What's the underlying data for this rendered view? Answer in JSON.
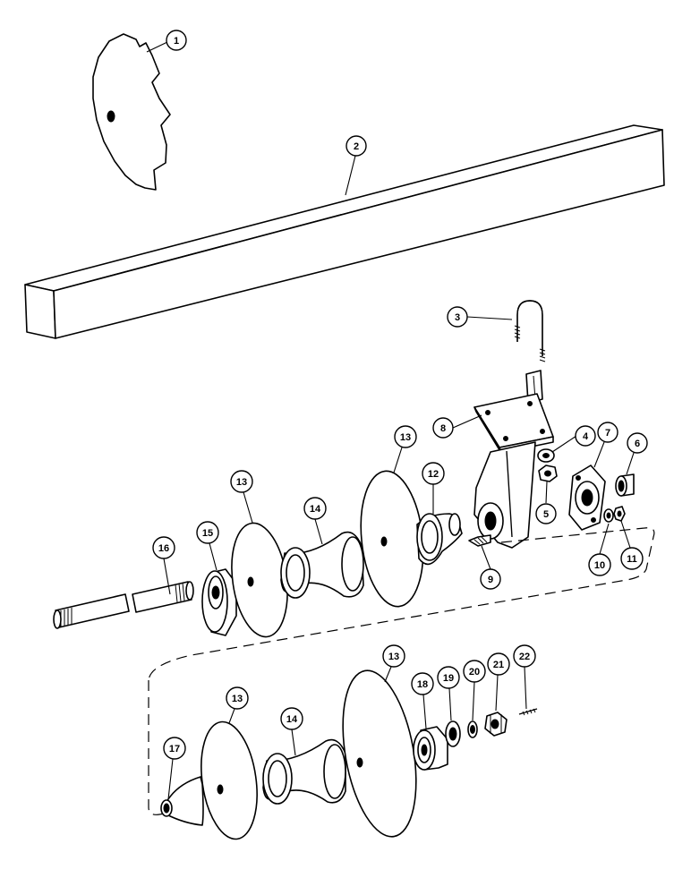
{
  "callouts": [
    {
      "id": "c1",
      "label": "1"
    },
    {
      "id": "c2",
      "label": "2"
    },
    {
      "id": "c3",
      "label": "3"
    },
    {
      "id": "c4",
      "label": "4"
    },
    {
      "id": "c5",
      "label": "5"
    },
    {
      "id": "c6",
      "label": "6"
    },
    {
      "id": "c7",
      "label": "7"
    },
    {
      "id": "c8",
      "label": "8"
    },
    {
      "id": "c9",
      "label": "9"
    },
    {
      "id": "c10",
      "label": "10"
    },
    {
      "id": "c11",
      "label": "11"
    },
    {
      "id": "c12",
      "label": "12"
    },
    {
      "id": "c13a",
      "label": "13"
    },
    {
      "id": "c13b",
      "label": "13"
    },
    {
      "id": "c13c",
      "label": "13"
    },
    {
      "id": "c13d",
      "label": "13"
    },
    {
      "id": "c14a",
      "label": "14"
    },
    {
      "id": "c14b",
      "label": "14"
    },
    {
      "id": "c15",
      "label": "15"
    },
    {
      "id": "c16",
      "label": "16"
    },
    {
      "id": "c17",
      "label": "17"
    },
    {
      "id": "c18",
      "label": "18"
    },
    {
      "id": "c19",
      "label": "19"
    },
    {
      "id": "c20",
      "label": "20"
    },
    {
      "id": "c21",
      "label": "21"
    },
    {
      "id": "c22",
      "label": "22"
    }
  ]
}
